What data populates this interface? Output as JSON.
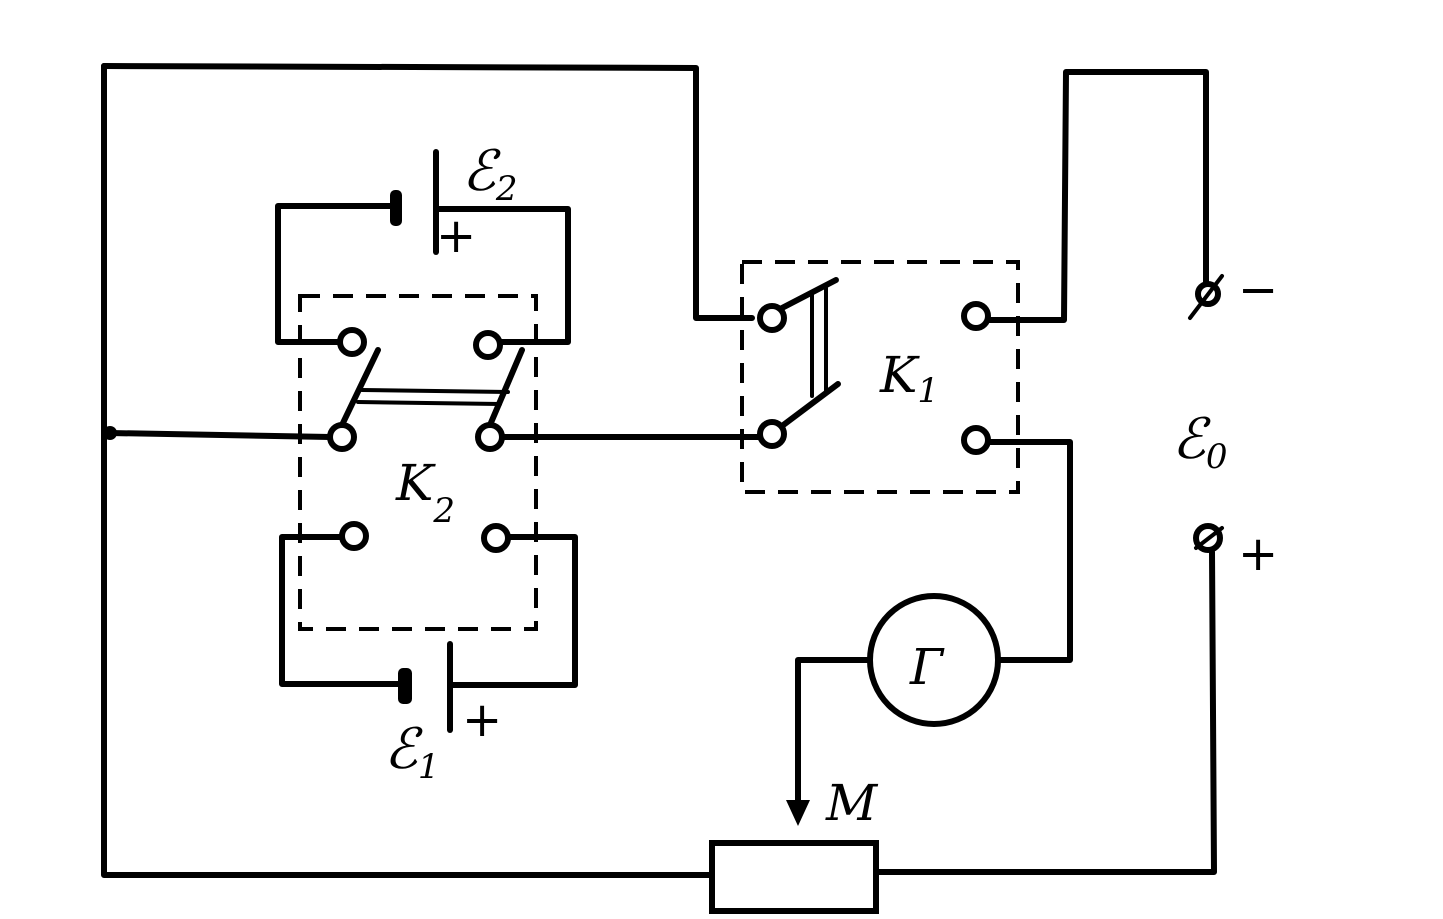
{
  "labels": {
    "e2_main": "ℰ",
    "e2_sub": "2",
    "e1_main": "ℰ",
    "e1_sub": "1",
    "e0_main": "ℰ",
    "e0_sub": "0",
    "k1_main": "K",
    "k1_sub": "1",
    "k2_main": "K",
    "k2_sub": "2",
    "galvanometer": "Г",
    "slider": "M",
    "plus_e2": "+",
    "plus_e1": "+",
    "e0_minus": "−",
    "e0_plus": "+"
  }
}
